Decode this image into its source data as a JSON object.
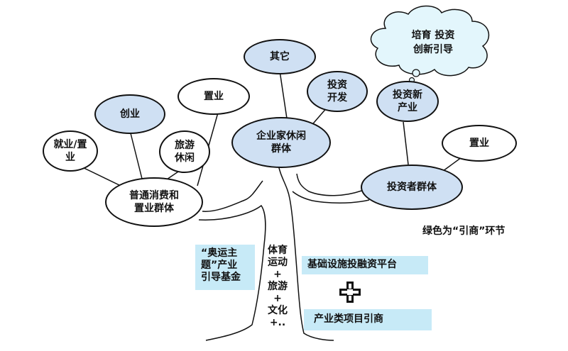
{
  "nodes": {
    "employment": "就业/置\n业",
    "startup": "创业",
    "real_estate_left": "置业",
    "tourism": "旅游\n休闲",
    "consumer_group": "普通消费和\n置业群体",
    "other": "其它",
    "invest_develop": "投资\n开发",
    "entrepreneur_group": "企业家休闲\n群体",
    "new_industry": "投资新\n产业",
    "real_estate_right": "置业",
    "investor_group": "投资者群体"
  },
  "cloud_text": "培育 投资\n创新引导",
  "legend_text": "绿色为“引商”环节",
  "fund_label": "“奥运主\n题”产业\n引导基金",
  "trunk_text": "体育\n运动\n+\n旅游\n+\n文化\n+..",
  "platform_label": "基础设施投融资平台",
  "project_label": "产业类项目引商",
  "colors": {
    "highlight": "#cfe0f3",
    "box": "#c7eaf7",
    "outline": "#111111"
  }
}
